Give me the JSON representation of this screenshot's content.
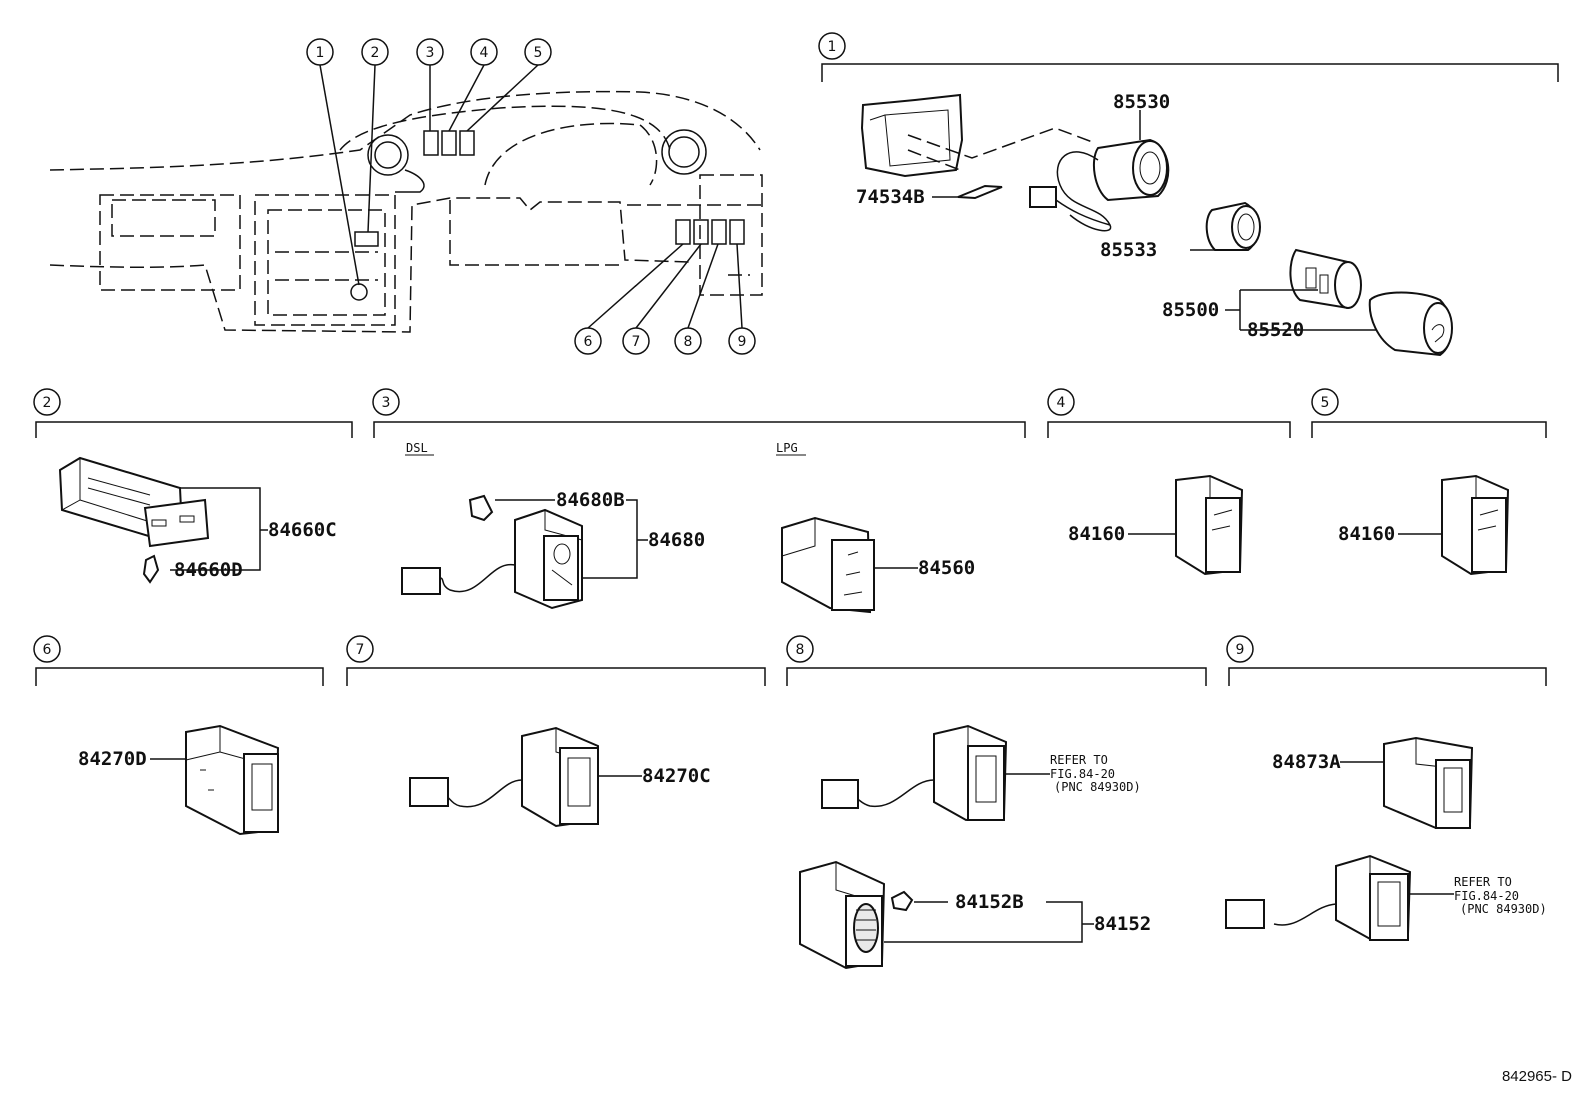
{
  "callouts": {
    "c1": "1",
    "c2": "2",
    "c3": "3",
    "c4": "4",
    "c5": "5",
    "c6": "6",
    "c7": "7",
    "c8": "8",
    "c9": "9"
  },
  "parts": {
    "p85530": "85530",
    "p74534B": "74534B",
    "p85533": "85533",
    "p85500": "85500",
    "p85520": "85520",
    "p84660C": "84660C",
    "p84660D": "84660D",
    "p84680B": "84680B",
    "p84680": "84680",
    "p84560": "84560",
    "p84160a": "84160",
    "p84160b": "84160",
    "p84270D": "84270D",
    "p84270C": "84270C",
    "p84873A": "84873A",
    "p84152B": "84152B",
    "p84152": "84152"
  },
  "variants": {
    "dsl": "DSL",
    "lpg": "LPG"
  },
  "notes": {
    "refer8_l1": "REFER TO",
    "refer8_l2": "FIG.84-20",
    "refer8_l3": "(PNC 84930D)",
    "refer9_l1": "REFER TO",
    "refer9_l2": "FIG.84-20",
    "refer9_l3": "(PNC 84930D)"
  },
  "drawing_code": "842965- D"
}
